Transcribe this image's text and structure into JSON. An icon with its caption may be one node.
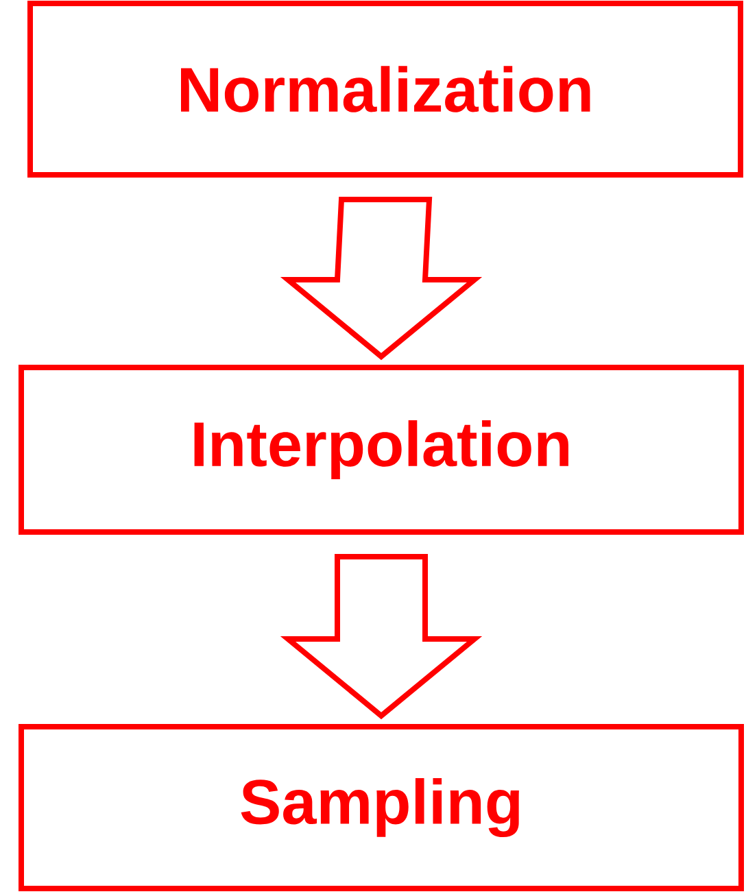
{
  "diagram": {
    "nodes": [
      {
        "text": [
          "Normalization"
        ]
      },
      {
        "text": [
          "Interpolation"
        ]
      },
      {
        "text": [
          "Sampling"
        ]
      }
    ],
    "edges": [
      {
        "from": 0,
        "to": 1,
        "arrow": "to"
      },
      {
        "from": 1,
        "to": 2,
        "arrow": "to"
      }
    ]
  }
}
